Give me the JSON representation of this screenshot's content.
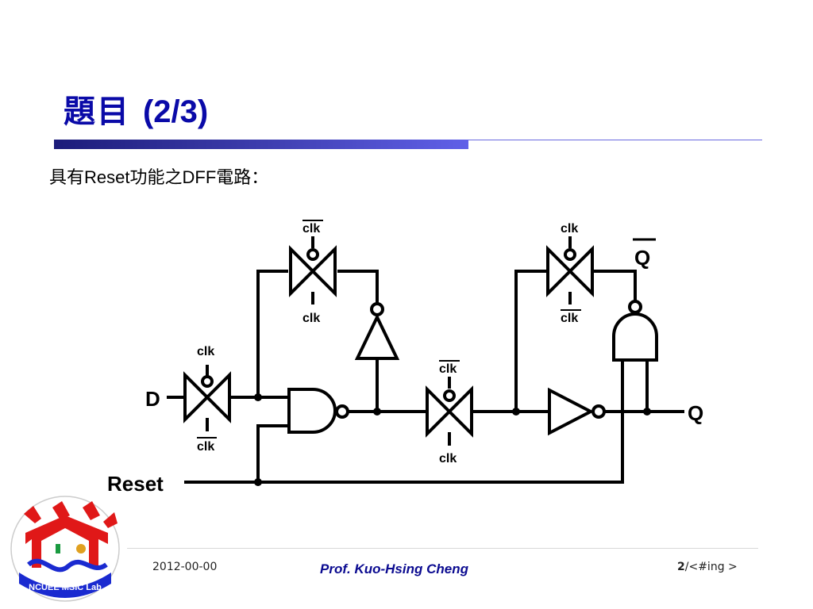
{
  "slide": {
    "title_cjk": "題目",
    "title_latin": "(2/3)",
    "subtitle_pre": "具有",
    "subtitle_mid": "Reset",
    "subtitle_mid2": "功能之",
    "subtitle_mid3": "DFF",
    "subtitle_post": "電路："
  },
  "circuit": {
    "input_d": "D",
    "input_reset": "Reset",
    "output_q": "Q",
    "output_qbar": "Q",
    "tg1_top": "clk",
    "tg1_bottom": "clk",
    "tg2_top": "clk",
    "tg2_bottom": "clk",
    "tg3_top": "clk",
    "tg3_bottom": "clk",
    "tg4_top": "clk",
    "tg4_bottom": "clk"
  },
  "footer": {
    "date": "2012-00-00",
    "author": "Prof. Kuo-Hsing Cheng",
    "page_number": "2",
    "page_total": "/<#ing >"
  },
  "logo": {
    "text": "NCUEE MSIC Lab",
    "colors": {
      "red": "#e01818",
      "blue": "#1a2ad0"
    }
  }
}
